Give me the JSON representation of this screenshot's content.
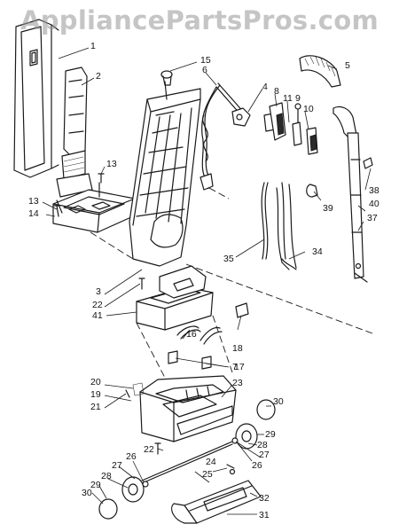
{
  "watermark": "AppliancePartsPros.com",
  "callouts": [
    {
      "id": "c1",
      "text": "1"
    },
    {
      "id": "c2",
      "text": "2"
    },
    {
      "id": "c3",
      "text": "3"
    },
    {
      "id": "c4",
      "text": "4"
    },
    {
      "id": "c5",
      "text": "5"
    },
    {
      "id": "c6",
      "text": "6"
    },
    {
      "id": "c7",
      "text": "7"
    },
    {
      "id": "c8",
      "text": "8"
    },
    {
      "id": "c9",
      "text": "9"
    },
    {
      "id": "c10",
      "text": "10"
    },
    {
      "id": "c11",
      "text": "11"
    },
    {
      "id": "c13a",
      "text": "13"
    },
    {
      "id": "c13b",
      "text": "13"
    },
    {
      "id": "c14",
      "text": "14"
    },
    {
      "id": "c15",
      "text": "15"
    },
    {
      "id": "c16",
      "text": "16"
    },
    {
      "id": "c17",
      "text": "17"
    },
    {
      "id": "c18",
      "text": "18"
    },
    {
      "id": "c19",
      "text": "19"
    },
    {
      "id": "c20",
      "text": "20"
    },
    {
      "id": "c21",
      "text": "21"
    },
    {
      "id": "c22a",
      "text": "22"
    },
    {
      "id": "c22b",
      "text": "22"
    },
    {
      "id": "c23",
      "text": "23"
    },
    {
      "id": "c24",
      "text": "24"
    },
    {
      "id": "c25",
      "text": "25"
    },
    {
      "id": "c26a",
      "text": "26"
    },
    {
      "id": "c26b",
      "text": "26"
    },
    {
      "id": "c27a",
      "text": "27"
    },
    {
      "id": "c27b",
      "text": "27"
    },
    {
      "id": "c28a",
      "text": "28"
    },
    {
      "id": "c28b",
      "text": "28"
    },
    {
      "id": "c29a",
      "text": "29"
    },
    {
      "id": "c29b",
      "text": "29"
    },
    {
      "id": "c30a",
      "text": "30"
    },
    {
      "id": "c30b",
      "text": "30"
    },
    {
      "id": "c31",
      "text": "31"
    },
    {
      "id": "c32",
      "text": "32"
    },
    {
      "id": "c34",
      "text": "34"
    },
    {
      "id": "c35",
      "text": "35"
    },
    {
      "id": "c37",
      "text": "37"
    },
    {
      "id": "c38",
      "text": "38"
    },
    {
      "id": "c39",
      "text": "39"
    },
    {
      "id": "c40",
      "text": "40"
    },
    {
      "id": "c41",
      "text": "41"
    }
  ]
}
